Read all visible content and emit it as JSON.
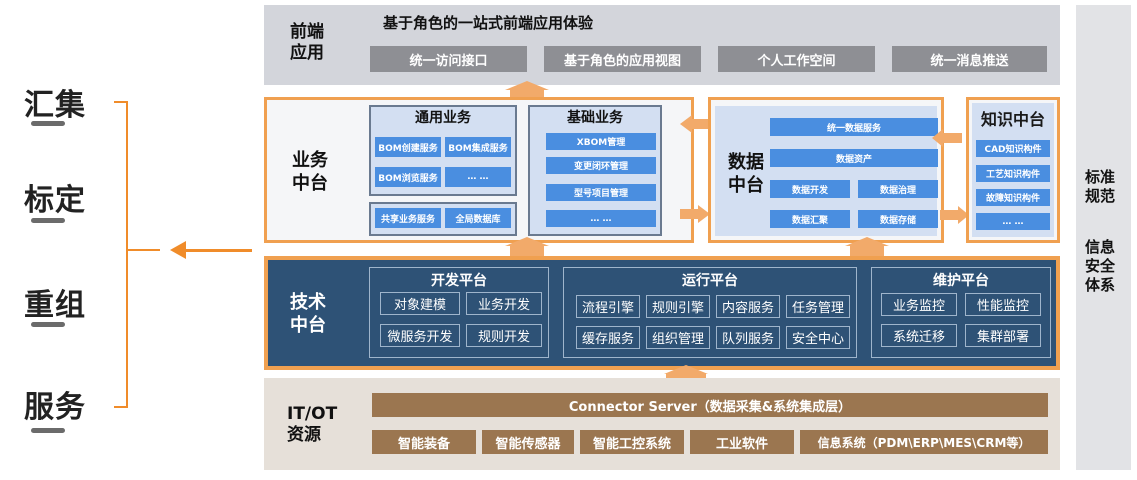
{
  "steps": {
    "s1": "汇集",
    "s2": "标定",
    "s3": "重组",
    "s4": "服务"
  },
  "frontend": {
    "label_line1": "前端",
    "label_line2": "应用",
    "headline": "基于角色的一站式前端应用体验",
    "items": [
      "统一访问接口",
      "基于角色的应用视图",
      "个人工作空间",
      "统一消息推送"
    ]
  },
  "business": {
    "label_line1": "业务",
    "label_line2": "中台",
    "general": {
      "title": "通用业务",
      "items": [
        "BOM创建服务",
        "BOM集成服务",
        "BOM浏览服务",
        "… …"
      ],
      "shared": [
        "共享业务服务",
        "全局数据库"
      ]
    },
    "basic": {
      "title": "基础业务",
      "items": [
        "XBOM管理",
        "变更闭环管理",
        "型号项目管理",
        "… …"
      ]
    }
  },
  "data_platform": {
    "label_line1": "数据",
    "label_line2": "中台",
    "items": [
      "统一数据服务",
      "数据资产",
      "数据开发",
      "数据治理",
      "数据汇聚",
      "数据存储"
    ]
  },
  "knowledge": {
    "title": "知识中台",
    "items": [
      "CAD知识构件",
      "工艺知识构件",
      "故障知识构件",
      "… …"
    ]
  },
  "tech": {
    "label_line1": "技术",
    "label_line2": "中台",
    "dev": {
      "title": "开发平台",
      "items": [
        "对象建模",
        "业务开发",
        "微服务开发",
        "规则开发"
      ]
    },
    "run": {
      "title": "运行平台",
      "items": [
        "流程引擎",
        "规则引擎",
        "内容服务",
        "任务管理",
        "缓存服务",
        "组织管理",
        "队列服务",
        "安全中心"
      ]
    },
    "ops": {
      "title": "维护平台",
      "items": [
        "业务监控",
        "性能监控",
        "系统迁移",
        "集群部署"
      ]
    }
  },
  "itot": {
    "label_line1": "IT/OT",
    "label_line2": "资源",
    "connector": "Connector Server（数据采集&系统集成层）",
    "items": [
      "智能装备",
      "智能传感器",
      "智能工控系统",
      "工业软件",
      "信息系统（PDM\\ERP\\MES\\CRM等）"
    ]
  },
  "side": {
    "line1": "标准",
    "line2": "规范",
    "line3": "信息",
    "line4": "安全",
    "line5": "体系"
  },
  "colors": {
    "accent_orange": "#f0a050",
    "tech_blue": "#2e5276",
    "item_blue": "#4a8ee0",
    "resource_brown": "#9b7650"
  }
}
